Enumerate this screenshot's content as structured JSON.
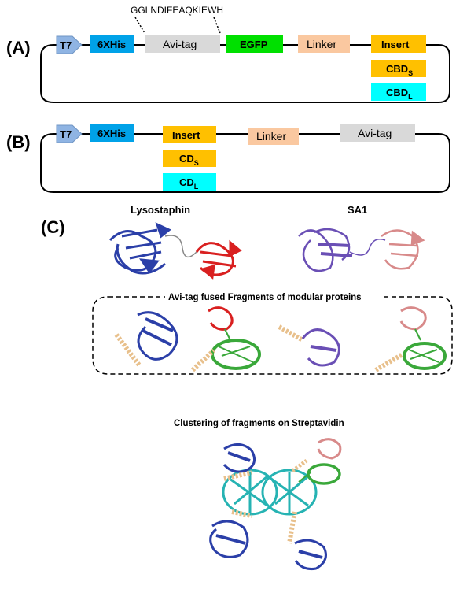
{
  "panelA": {
    "label": "(A)",
    "sequence": "GGLNDIFEAQKIEWH",
    "boxes": {
      "t7": "T7",
      "his": "6XHis",
      "avi": "Avi-tag",
      "egfp": "EGFP",
      "linker": "Linker",
      "insert": "Insert",
      "cbds_base": "CBD",
      "cbds_sub": "S",
      "cbdl_base": "CBD",
      "cbdl_sub": "L"
    }
  },
  "panelB": {
    "label": "(B)",
    "boxes": {
      "t7": "T7",
      "his": "6XHis",
      "insert": "Insert",
      "linker": "Linker",
      "avi": "Avi-tag",
      "cds_base": "CD",
      "cds_sub": "S",
      "cdl_base": "CD",
      "cdl_sub": "L"
    }
  },
  "panelC": {
    "label": "(C)",
    "lysostaphin_title": "Lysostaphin",
    "sa1_title": "SA1",
    "fragments_title": "Avi-tag fused Fragments of modular proteins",
    "cluster_title": "Clustering of fragments on Streptavidin"
  },
  "colors": {
    "t7": "#8fb4e3",
    "his": "#00a2e8",
    "avi": "#d9d9d9",
    "egfp": "#00e000",
    "linker": "#fac8a0",
    "insert": "#ffc000",
    "cbdl": "#00ffff",
    "lysostaphin_blue": "#2b3fa8",
    "red_domain": "#d92020",
    "sa1_purple": "#6a4fb5",
    "sa1_pink": "#d88a8a",
    "gfp_green": "#3aa83a",
    "helix_tan": "#e8c08c",
    "streptavidin": "#26b3b3"
  },
  "icons": [
    "t7-promoter-arrow-icon"
  ]
}
